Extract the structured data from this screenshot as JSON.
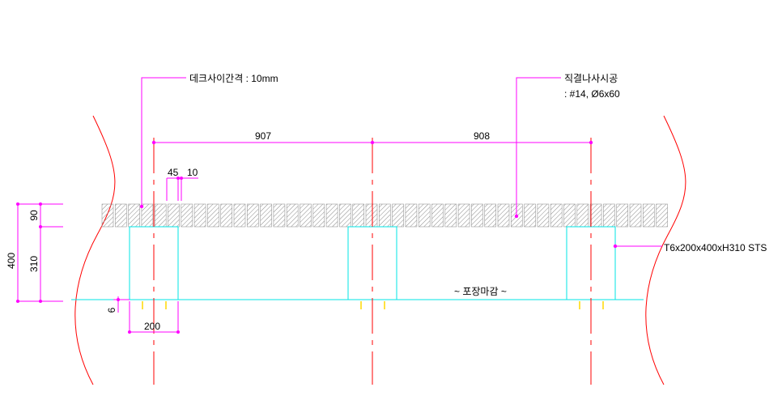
{
  "drawing": {
    "annotations": {
      "deck_gap": "데크사이간격 : 10mm",
      "screw_title": "직결나사시공",
      "screw_spec": ": #14, Ø6x60",
      "post_spec": "T6x200x400xH310 STS",
      "pavement": "~ 포장마감 ~"
    },
    "dimensions": {
      "span_left": "907",
      "span_right": "908",
      "board_width": "45",
      "board_gap": "10",
      "total_height": "400",
      "deck_thickness": "90",
      "post_height": "310",
      "base_offset": "6",
      "post_width": "200"
    },
    "colors": {
      "dimension": "#ff00ff",
      "centerline": "#ff0000",
      "post_outline": "#00e5e5",
      "anchor": "#ffd800",
      "break_line": "#ff0000",
      "deck_board": "#cfcfcf",
      "text": "#000000"
    }
  }
}
